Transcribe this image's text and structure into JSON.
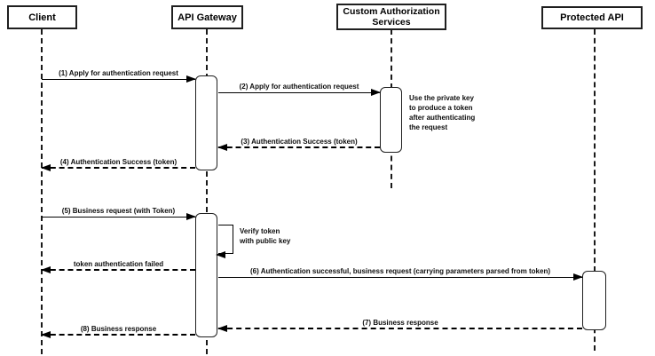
{
  "diagram": {
    "type": "uml-sequence-diagram",
    "colors": {
      "stroke": "#000000",
      "fill": "#ffffff",
      "background": "#ffffff"
    },
    "participants": [
      {
        "name": "Client"
      },
      {
        "name": "API Gateway"
      },
      {
        "name": "Custom Authorization Services"
      },
      {
        "name": "Protected API"
      }
    ],
    "messages": [
      {
        "label": "(1) Apply for authentication request",
        "from": "Client",
        "to": "API Gateway",
        "style": "solid"
      },
      {
        "label": "(2) Apply for authentication request",
        "from": "API Gateway",
        "to": "Custom Authorization Services",
        "style": "solid"
      },
      {
        "label": "(3) Authentication Success (token)",
        "from": "Custom Authorization Services",
        "to": "API Gateway",
        "style": "dashed"
      },
      {
        "label": "(4) Authentication Success (token)",
        "from": "API Gateway",
        "to": "Client",
        "style": "dashed"
      },
      {
        "label": "(5) Business request (with Token)",
        "from": "Client",
        "to": "API Gateway",
        "style": "solid"
      },
      {
        "label": "Verify token\nwith public key",
        "from": "API Gateway",
        "to": "API Gateway",
        "style": "self"
      },
      {
        "label": "token authentication failed",
        "from": "API Gateway",
        "to": "Client",
        "style": "dashed"
      },
      {
        "label": "(6) Authentication successful, business request (carrying parameters parsed from token)",
        "from": "API Gateway",
        "to": "Protected API",
        "style": "solid"
      },
      {
        "label": "(7) Business response",
        "from": "Protected API",
        "to": "API Gateway",
        "style": "dashed"
      },
      {
        "label": "(8) Business response",
        "from": "API Gateway",
        "to": "Client",
        "style": "dashed"
      }
    ],
    "notes": [
      {
        "text": "Use the private key to produce a token after authenticating the request",
        "attached_to": "Custom Authorization Services"
      }
    ]
  }
}
